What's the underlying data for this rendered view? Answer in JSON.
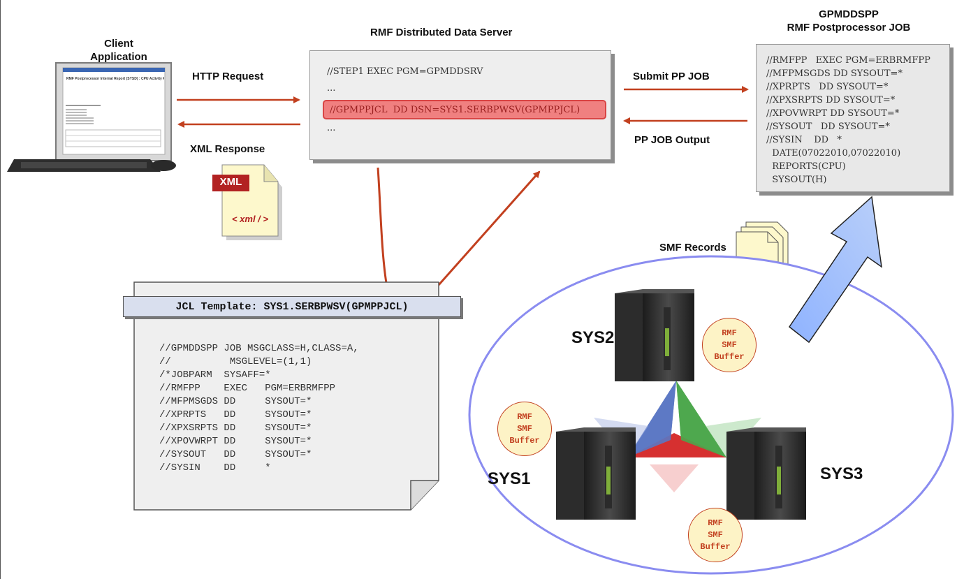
{
  "titles": {
    "client_line1": "Client",
    "client_line2": "Application",
    "server": "RMF Distributed Data Server",
    "pp_line1": "GPMDDSPP",
    "pp_line2": "RMF Postprocessor JOB"
  },
  "arrows": {
    "http_request": "HTTP Request",
    "xml_response": "XML Response",
    "submit_pp_job": "Submit PP JOB",
    "pp_job_output": "PP JOB Output",
    "smf_records": "SMF Records"
  },
  "xml_doc": {
    "badge": "XML",
    "tag": "< xml / >"
  },
  "client_screen": {
    "window_title": "RMF Postprocessor Internal Report (SYSD) : CPU Activity Report"
  },
  "server_code": {
    "line1": "//STEP1 EXEC PGM=GPMDDSRV",
    "line2": "...",
    "highlight": "//GPMPPJCL  DD DSN=SYS1.SERBPWSV(GPMPPJCL)",
    "line4": "..."
  },
  "pp_job_lines": [
    "//RMFPP   EXEC PGM=ERBRMFPP",
    "//MFPMSGDS DD SYSOUT=*",
    "//XPRPTS   DD SYSOUT=*",
    "//XPXSRPTS DD SYSOUT=*",
    "//XPOVWRPT DD SYSOUT=*",
    "//SYSOUT   DD SYSOUT=*",
    "//SYSIN    DD   *",
    "  DATE(07022010,07022010)",
    "  REPORTS(CPU)",
    "  SYSOUT(H)"
  ],
  "jcl_template": {
    "title": "JCL Template: SYS1.SERBPWSV(GPMPPJCL)",
    "lines": [
      "//GPMDDSPP JOB MSGCLASS=H,CLASS=A,",
      "//          MSGLEVEL=(1,1)",
      "/*JOBPARM  SYSAFF=*",
      "//RMFPP    EXEC   PGM=ERBRMFPP",
      "//MFPMSGDS DD     SYSOUT=*",
      "//XPRPTS   DD     SYSOUT=*",
      "//XPXSRPTS DD     SYSOUT=*",
      "//XPOVWRPT DD     SYSOUT=*",
      "//SYSOUT   DD     SYSOUT=*",
      "//SYSIN    DD     *"
    ]
  },
  "systems": {
    "sys1": "SYS1",
    "sys2": "SYS2",
    "sys3": "SYS3"
  },
  "buffer": {
    "line1": "RMF",
    "line2": "SMF",
    "line3": "Buffer"
  },
  "colors": {
    "arrow": "#c2401f",
    "sysplex_ring": "#8a8cf0",
    "highlight_fill": "#f08080",
    "template_bar": "#d9dfee",
    "xml_badge": "#b22222"
  }
}
